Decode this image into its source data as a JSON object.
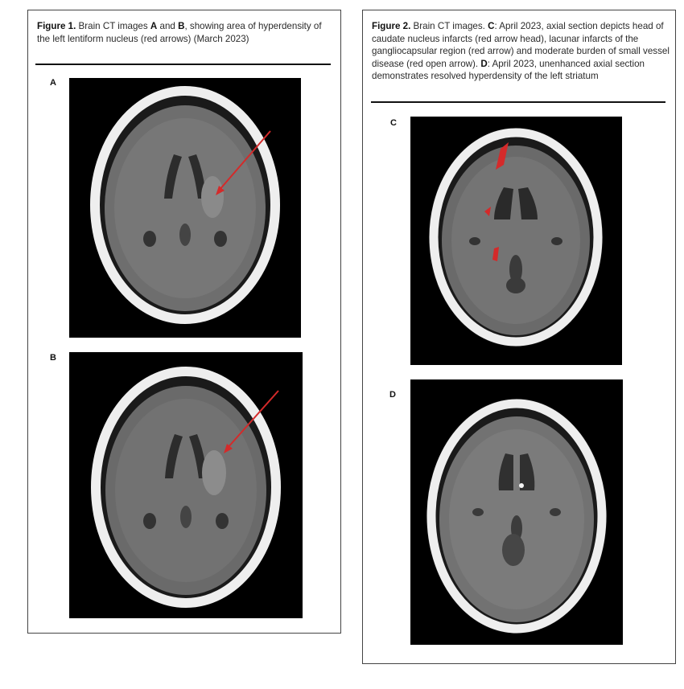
{
  "figure1": {
    "title": "Figure 1.",
    "caption_pre": " Brain CT images ",
    "label_a": "A",
    "caption_and": " and ",
    "label_b": "B",
    "caption_post": ", showing area of hyperdensity of the left lentiform nucleus (red arrows) (March 2023)",
    "panels": [
      {
        "label": "A",
        "alt": "axial CT with red arrow"
      },
      {
        "label": "B",
        "alt": "axial CT with red arrow"
      }
    ]
  },
  "figure2": {
    "title": "Figure 2.",
    "caption_1": " Brain CT images. ",
    "label_c": "C",
    "caption_2": ": April 2023, axial section depicts head of caudate nucleus infarcts (red arrow head), lacunar infarcts of the gangliocapsular region (red arrow) and moderate burden of small vessel disease (red open arrow). ",
    "label_d": "D",
    "caption_3": ": April 2023, unenhanced axial section demonstrates resolved hyperdensity  of the left striatum",
    "panels": [
      {
        "label": "C"
      },
      {
        "label": "D"
      }
    ]
  },
  "colors": {
    "arrow": "#d42a2a",
    "rule": "#111111",
    "ct_background": "#000000"
  }
}
